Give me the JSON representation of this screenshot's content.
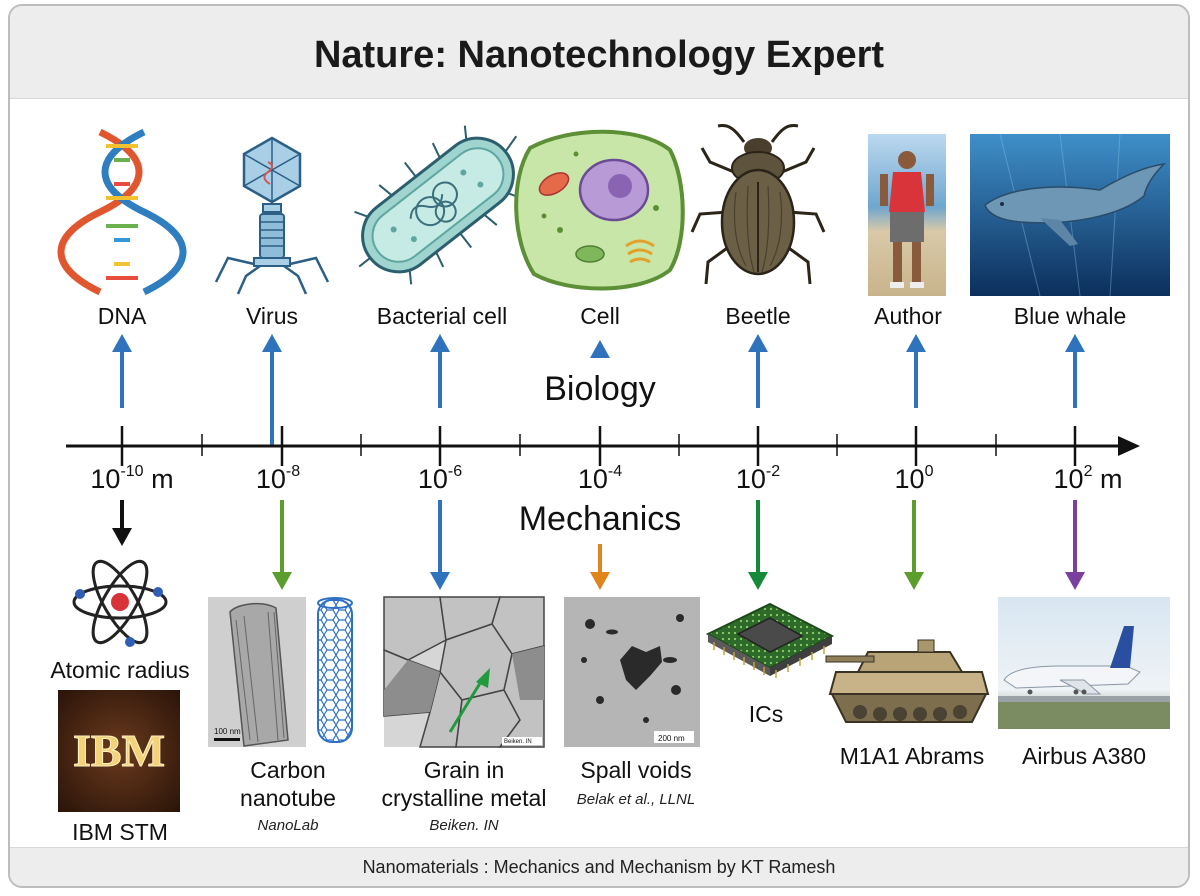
{
  "title": "Nature: Nanotechnology Expert",
  "footer": "Nanomaterials : Mechanics and Mechanism by KT Ramesh",
  "biology_label": "Biology",
  "mechanics_label": "Mechanics",
  "axis_ticks": [
    {
      "base": "10",
      "exp": "-10",
      "unit": " m"
    },
    {
      "base": "10",
      "exp": "-8",
      "unit": ""
    },
    {
      "base": "10",
      "exp": "-6",
      "unit": ""
    },
    {
      "base": "10",
      "exp": "-4",
      "unit": ""
    },
    {
      "base": "10",
      "exp": "-2",
      "unit": ""
    },
    {
      "base": "10",
      "exp": "0",
      "unit": ""
    },
    {
      "base": "10",
      "exp": "2",
      "unit": " m"
    }
  ],
  "biology": [
    {
      "label": "DNA",
      "icon": "dna-icon"
    },
    {
      "label": "Virus",
      "icon": "virus-icon"
    },
    {
      "label": "Bacterial cell",
      "icon": "bacterium-icon"
    },
    {
      "label": "Cell",
      "icon": "cell-icon"
    },
    {
      "label": "Beetle",
      "icon": "beetle-icon"
    },
    {
      "label": "Author",
      "icon": "author-photo"
    },
    {
      "label": "Blue whale",
      "icon": "whale-image"
    }
  ],
  "mechanics": [
    {
      "label": "Atomic radius",
      "label2": "IBM STM",
      "logo": "IBM",
      "credit": ""
    },
    {
      "label": "Carbon",
      "label2": "nanotube",
      "credit": "NanoLab",
      "scale": "100 nm"
    },
    {
      "label": "Grain in",
      "label2": "crystalline metal",
      "credit": "Beiken. IN",
      "scale": "Beiken. IN"
    },
    {
      "label": "Spall voids",
      "label2": "",
      "credit": "Belak et al., LLNL",
      "scale": "200 nm"
    },
    {
      "label": "ICs",
      "label2": "",
      "credit": ""
    },
    {
      "label": "M1A1 Abrams",
      "label2": "",
      "credit": ""
    },
    {
      "label": "Airbus A380",
      "label2": "",
      "credit": ""
    }
  ],
  "colors": {
    "blue_arrow": "#2f73bd",
    "green_arrow": "#5c9e2e",
    "orange_arrow": "#e0851c",
    "purple_arrow": "#7b3fa0",
    "black_arrow": "#111111",
    "dark_green_arrow": "#178a3a"
  }
}
